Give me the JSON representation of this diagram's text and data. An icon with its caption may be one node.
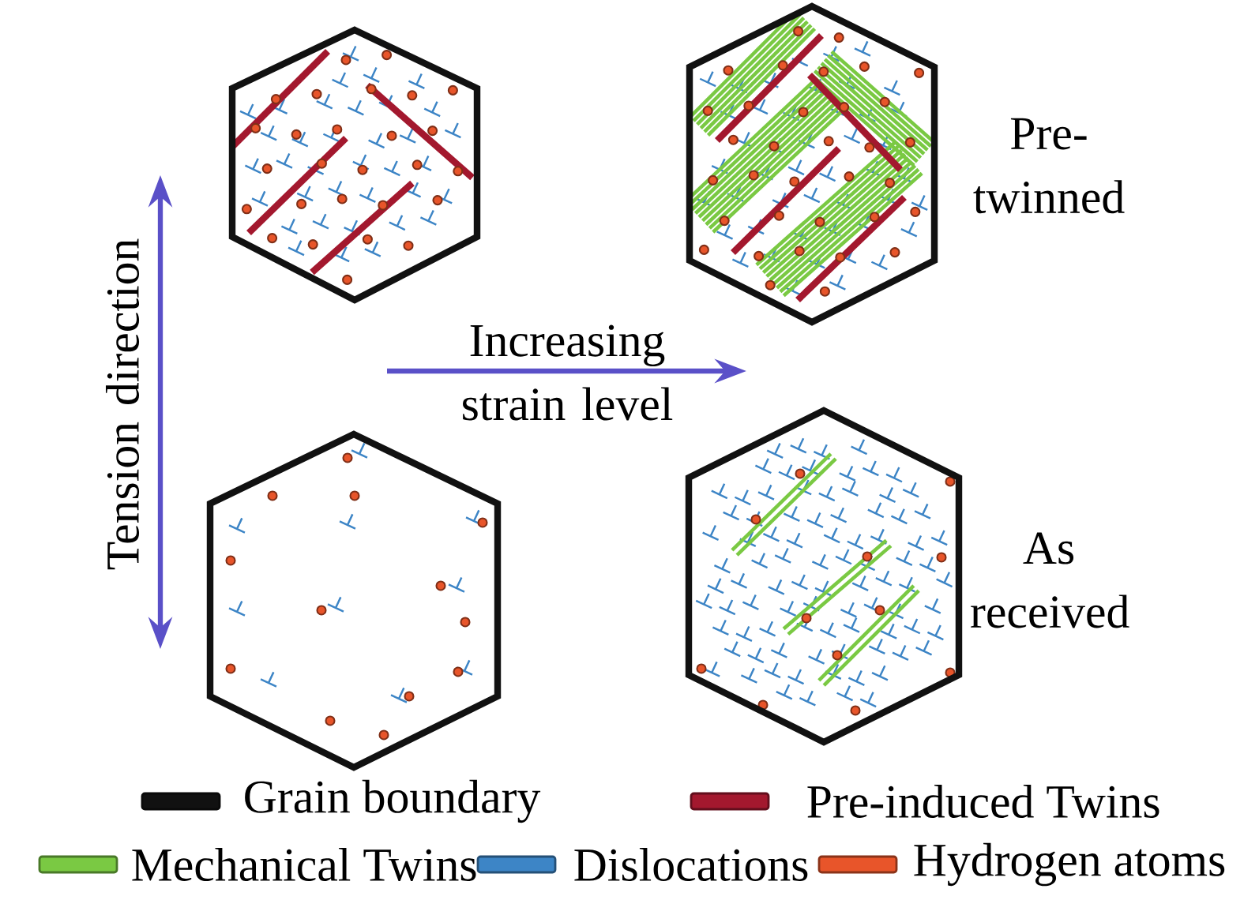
{
  "diagram": {
    "labels": [
      "Pre-twinned",
      "Tension direction",
      "Increasing strain level",
      "As received"
    ],
    "legend": [
      {
        "text": "Grain boundary",
        "color": "#111111"
      },
      {
        "text": "Pre-induced Twins",
        "color": "#a3182e"
      },
      {
        "text": "Mechanical Twins",
        "color": "#7ac943"
      },
      {
        "text": "Dislocations",
        "color": "#3d85c6"
      },
      {
        "text": "Hydrogen atoms",
        "color": "#e8552a"
      }
    ]
  }
}
